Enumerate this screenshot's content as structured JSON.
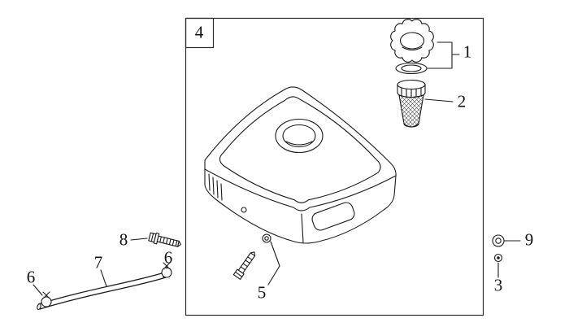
{
  "diagram": {
    "frame_label": "4",
    "callouts": {
      "part1": "1",
      "part2": "2",
      "part3": "3",
      "part5": "5",
      "part6_upper": "6",
      "part6_left": "6",
      "part7": "7",
      "part8": "8",
      "part9": "9"
    },
    "colors": {
      "line": "#1a1a1a",
      "background": "#ffffff"
    }
  }
}
